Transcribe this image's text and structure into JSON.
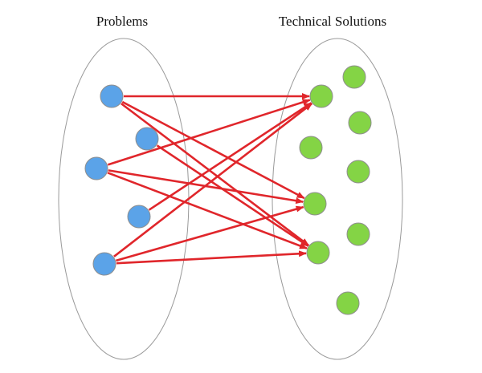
{
  "labels": {
    "problems": "Problems",
    "solutions": "Technical Solutions"
  },
  "colors": {
    "problem_node": "#5ba3e8",
    "solution_node": "#84d445",
    "arrow": "#e0262b",
    "boundary": "#9a9a9a"
  },
  "groups": {
    "problems": {
      "node_ids": [
        "p1",
        "p2",
        "p3",
        "p4",
        "p5"
      ]
    },
    "solutions": {
      "node_ids": [
        "s1",
        "s2",
        "s3",
        "s4",
        "s5",
        "s6",
        "s7",
        "s8",
        "s9"
      ]
    }
  },
  "edges": [
    {
      "from": "p1",
      "to": "s1"
    },
    {
      "from": "p1",
      "to": "s4"
    },
    {
      "from": "p1",
      "to": "s6"
    },
    {
      "from": "p2",
      "to": "s6"
    },
    {
      "from": "p3",
      "to": "s1"
    },
    {
      "from": "p3",
      "to": "s4"
    },
    {
      "from": "p3",
      "to": "s6"
    },
    {
      "from": "p4",
      "to": "s1"
    },
    {
      "from": "p5",
      "to": "s1"
    },
    {
      "from": "p5",
      "to": "s4"
    },
    {
      "from": "p5",
      "to": "s6"
    }
  ]
}
